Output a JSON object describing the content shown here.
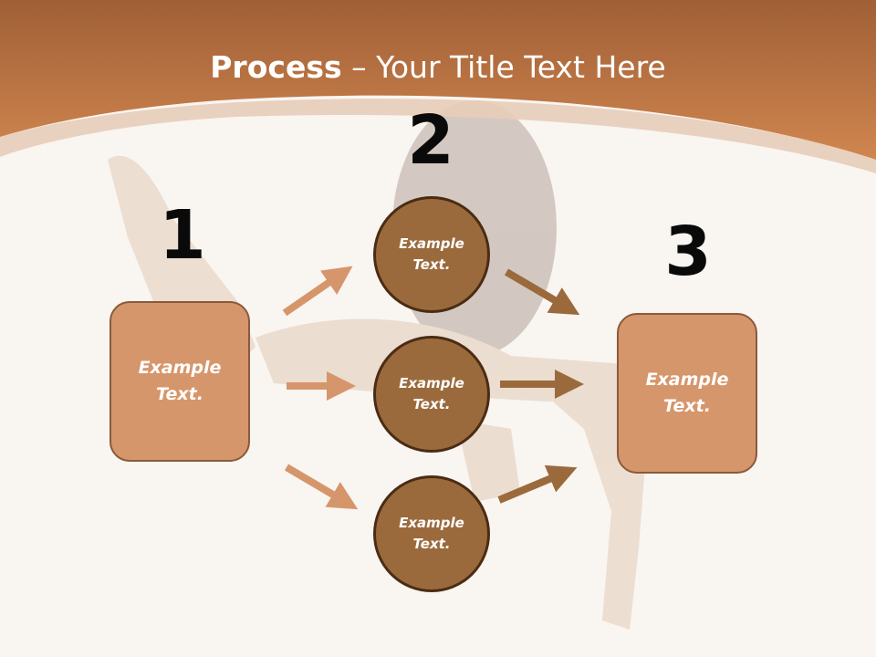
{
  "title": {
    "bold": "Process",
    "rest": " – Your Title Text Here"
  },
  "steps": [
    {
      "number": "1",
      "text": "Example Text."
    },
    {
      "number": "2",
      "circles": [
        "Example Text.",
        "Example Text.",
        "Example Text."
      ]
    },
    {
      "number": "3",
      "text": "Example Text."
    }
  ],
  "colors": {
    "header": "#c97f4c",
    "box_fill": "#d6966b",
    "circle_fill": "#9b6a3c",
    "arrow_light": "#d6966b",
    "arrow_dark": "#9b6a3c"
  }
}
